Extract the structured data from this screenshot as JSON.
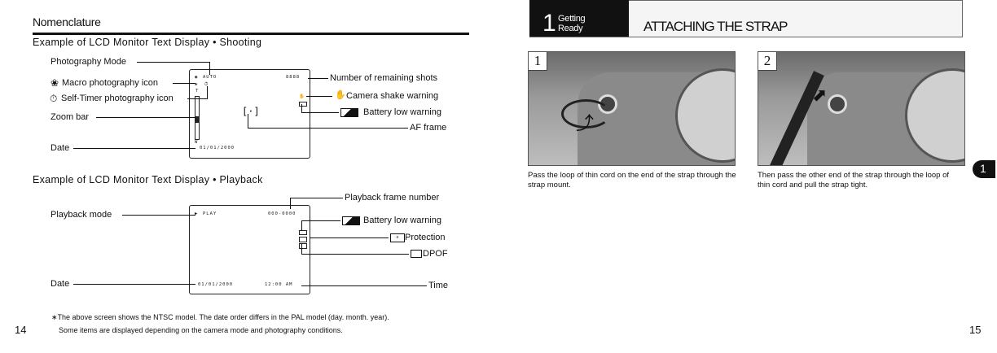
{
  "left_page": {
    "heading": "Nomenclature",
    "shooting_title": "Example of LCD Monitor Text Display • Shooting",
    "shooting_labels": {
      "photo_mode": "Photography Mode",
      "macro": "Macro photography icon",
      "selftimer": "Self-Timer photography icon",
      "zoom": "Zoom bar",
      "date": "Date",
      "remaining": "Number of remaining shots",
      "shake": "Camera shake warning",
      "battery": "Battery low warning",
      "af": "AF frame"
    },
    "shooting_lcd": {
      "mode": "AUTO",
      "shots": "8888",
      "date": "01/01/2000",
      "zoom_t": "T",
      "zoom_w": "W"
    },
    "playback_title": "Example of LCD Monitor Text Display • Playback",
    "playback_labels": {
      "frame": "Playback frame number",
      "mode": "Playback mode",
      "battery": "Battery low warning",
      "protection": "Protection",
      "dpof": "DPOF",
      "date": "Date",
      "time": "Time"
    },
    "playback_lcd": {
      "mode": "PLAY",
      "frame": "000-0000",
      "date": "01/01/2000",
      "time": "12:00 AM"
    },
    "footnote_line1": "∗The above screen shows the NTSC model. The date order differs in the PAL model (day. month. year).",
    "footnote_line2": "Some items are displayed depending on the camera mode and photography conditions.",
    "page_number": "14"
  },
  "right_page": {
    "chapter_number": "1",
    "chapter_label_line1": "Getting",
    "chapter_label_line2": "Ready",
    "title": "ATTACHING THE STRAP",
    "step1_number": "1",
    "step1_text": "Pass the loop of thin cord on the end of the strap through the strap mount.",
    "step2_number": "2",
    "step2_text": "Then pass the other end of the strap through the loop of thin cord and pull the strap tight.",
    "side_tab": "1",
    "page_number": "15"
  }
}
